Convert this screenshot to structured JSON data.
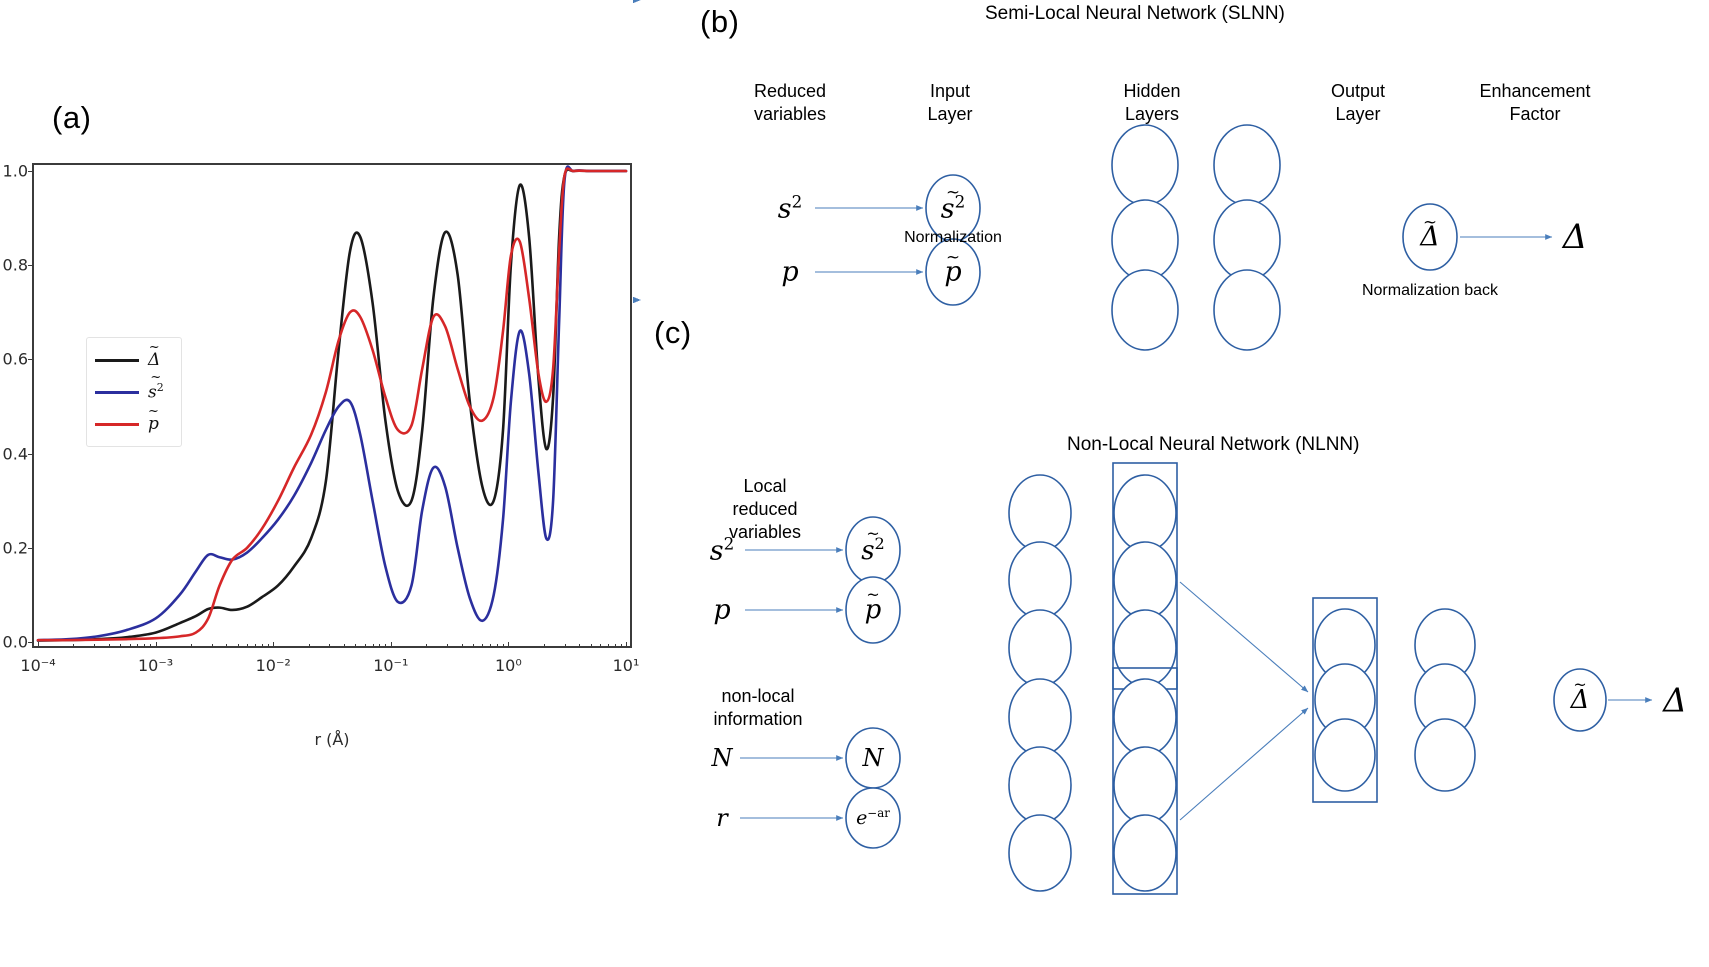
{
  "panels": {
    "a": {
      "label": "(a)"
    },
    "b": {
      "label": "(b)",
      "title": "Semi-Local Neural Network (SLNN)"
    },
    "c": {
      "label": "(c)",
      "title": "Non-Local Neural Network (NLNN)"
    }
  },
  "chart_data": {
    "type": "line",
    "title": "",
    "xlabel": "r (Å)",
    "ylabel": "",
    "xscale": "log",
    "xlim": [
      0.0001,
      10
    ],
    "ylim": [
      0.0,
      1.0
    ],
    "grid": false,
    "legend_position": "upper left",
    "xticks": [
      "10⁻⁴",
      "10⁻³",
      "10⁻²",
      "10⁻¹",
      "10⁰",
      "10¹"
    ],
    "xtick_values": [
      0.0001,
      0.001,
      0.01,
      0.1,
      1,
      10
    ],
    "yticks": [
      "0.0",
      "0.2",
      "0.4",
      "0.6",
      "0.8",
      "1.0"
    ],
    "ytick_values": [
      0.0,
      0.2,
      0.4,
      0.6,
      0.8,
      1.0
    ],
    "series": [
      {
        "name": "Δ̃",
        "legend_base": "Δ",
        "legend_tilde": "~",
        "legend_sup": "",
        "color": "#1a1a1a",
        "x": [
          0.0001,
          0.00018,
          0.00032,
          0.00056,
          0.001,
          0.0016,
          0.0022,
          0.0028,
          0.0035,
          0.0045,
          0.006,
          0.008,
          0.011,
          0.015,
          0.021,
          0.028,
          0.036,
          0.045,
          0.055,
          0.07,
          0.09,
          0.115,
          0.15,
          0.185,
          0.23,
          0.29,
          0.37,
          0.47,
          0.6,
          0.75,
          0.9,
          1.05,
          1.25,
          1.5,
          1.8,
          2.1,
          2.4,
          2.7,
          3.0,
          3.6,
          5.0,
          7.0,
          10.0
        ],
        "y": [
          0.003,
          0.004,
          0.006,
          0.01,
          0.02,
          0.04,
          0.055,
          0.07,
          0.073,
          0.068,
          0.075,
          0.095,
          0.12,
          0.16,
          0.22,
          0.34,
          0.62,
          0.83,
          0.86,
          0.72,
          0.47,
          0.32,
          0.3,
          0.45,
          0.73,
          0.87,
          0.78,
          0.51,
          0.33,
          0.3,
          0.45,
          0.8,
          0.97,
          0.86,
          0.56,
          0.41,
          0.52,
          0.86,
          0.99,
          1.0,
          1.0,
          1.0,
          1.0
        ]
      },
      {
        "name": "s̃²",
        "legend_base": "s",
        "legend_tilde": "~",
        "legend_sup": "2",
        "color": "#2b2f9e",
        "x": [
          0.0001,
          0.00018,
          0.00032,
          0.00056,
          0.001,
          0.0016,
          0.0022,
          0.0028,
          0.0035,
          0.0045,
          0.006,
          0.008,
          0.011,
          0.015,
          0.021,
          0.028,
          0.036,
          0.045,
          0.055,
          0.07,
          0.09,
          0.115,
          0.15,
          0.185,
          0.23,
          0.29,
          0.37,
          0.47,
          0.6,
          0.75,
          0.9,
          1.05,
          1.25,
          1.5,
          1.8,
          2.1,
          2.4,
          2.7,
          3.0,
          3.6,
          5.0,
          7.0,
          10.0
        ],
        "y": [
          0.004,
          0.006,
          0.012,
          0.025,
          0.05,
          0.1,
          0.15,
          0.185,
          0.18,
          0.175,
          0.19,
          0.22,
          0.26,
          0.31,
          0.38,
          0.45,
          0.5,
          0.51,
          0.44,
          0.3,
          0.16,
          0.085,
          0.12,
          0.28,
          0.37,
          0.33,
          0.2,
          0.093,
          0.045,
          0.1,
          0.26,
          0.51,
          0.66,
          0.57,
          0.36,
          0.22,
          0.3,
          0.68,
          0.98,
          1.0,
          1.0,
          1.0,
          1.0
        ]
      },
      {
        "name": "p̃",
        "legend_base": "p",
        "legend_tilde": "~",
        "legend_sup": "",
        "color": "#d62728",
        "x": [
          0.0001,
          0.00018,
          0.00032,
          0.00056,
          0.001,
          0.0016,
          0.0022,
          0.0028,
          0.0035,
          0.0045,
          0.006,
          0.008,
          0.011,
          0.015,
          0.021,
          0.028,
          0.036,
          0.045,
          0.055,
          0.07,
          0.09,
          0.115,
          0.15,
          0.185,
          0.23,
          0.29,
          0.37,
          0.47,
          0.6,
          0.75,
          0.9,
          1.05,
          1.25,
          1.5,
          1.8,
          2.1,
          2.4,
          2.7,
          3.0,
          3.6,
          5.0,
          7.0,
          10.0
        ],
        "y": [
          0.004,
          0.004,
          0.005,
          0.006,
          0.008,
          0.012,
          0.02,
          0.05,
          0.12,
          0.175,
          0.2,
          0.24,
          0.3,
          0.37,
          0.44,
          0.53,
          0.64,
          0.7,
          0.69,
          0.62,
          0.52,
          0.45,
          0.46,
          0.58,
          0.69,
          0.67,
          0.58,
          0.5,
          0.47,
          0.52,
          0.66,
          0.82,
          0.85,
          0.73,
          0.57,
          0.51,
          0.58,
          0.83,
          0.99,
          1.0,
          1.0,
          1.0,
          1.0
        ]
      }
    ]
  },
  "slnn": {
    "column_labels": [
      {
        "text": "Reduced\nvariables"
      },
      {
        "text": "Input\nLayer"
      },
      {
        "text": "Hidden\nLayers"
      },
      {
        "text": "Output\nLayer"
      },
      {
        "text": "Enhancement\nFactor"
      }
    ],
    "notes": [
      {
        "text": "Normalization"
      },
      {
        "text": "Normalization back"
      }
    ],
    "inputs": [
      {
        "base": "s",
        "sup": "2",
        "tilde": false
      },
      {
        "base": "p",
        "sup": "",
        "tilde": false
      }
    ],
    "input_nodes": [
      {
        "base": "s",
        "sup": "2",
        "tilde": true
      },
      {
        "base": "p",
        "sup": "",
        "tilde": true
      }
    ],
    "output_node": {
      "base": "Δ",
      "sup": "",
      "tilde": true
    },
    "output_value": {
      "base": "Δ",
      "sup": "",
      "tilde": false
    },
    "hidden_layer_sizes": [
      3,
      3
    ]
  },
  "nlnn": {
    "column_labels": [
      {
        "text": "Local\nreduced\nvariables"
      },
      {
        "text": "non-local\ninformation"
      }
    ],
    "local_inputs": [
      {
        "base": "s",
        "sup": "2",
        "tilde": false
      },
      {
        "base": "p",
        "sup": "",
        "tilde": false
      }
    ],
    "local_input_nodes": [
      {
        "base": "s",
        "sup": "2",
        "tilde": true
      },
      {
        "base": "p",
        "sup": "",
        "tilde": true
      }
    ],
    "nonlocal_inputs": [
      {
        "base": "N",
        "sup": "",
        "tilde": false
      },
      {
        "base": "r",
        "sup": "",
        "tilde": false
      }
    ],
    "nonlocal_input_nodes": [
      {
        "base": "N",
        "sup": "",
        "tilde": false
      },
      {
        "base": "e",
        "sup": "−ar",
        "tilde": false
      }
    ],
    "output_node": {
      "base": "Δ",
      "sup": "",
      "tilde": true
    },
    "output_value": {
      "base": "Δ",
      "sup": "",
      "tilde": false
    },
    "hidden_layer_sizes": [
      3,
      3
    ],
    "merge_layer_sizes": [
      3,
      3
    ]
  },
  "colors": {
    "node_stroke": "#2e5fa3",
    "edge": "#4a7ebb",
    "box_stroke": "#2e5fa3",
    "axis": "#3b3b3b"
  }
}
